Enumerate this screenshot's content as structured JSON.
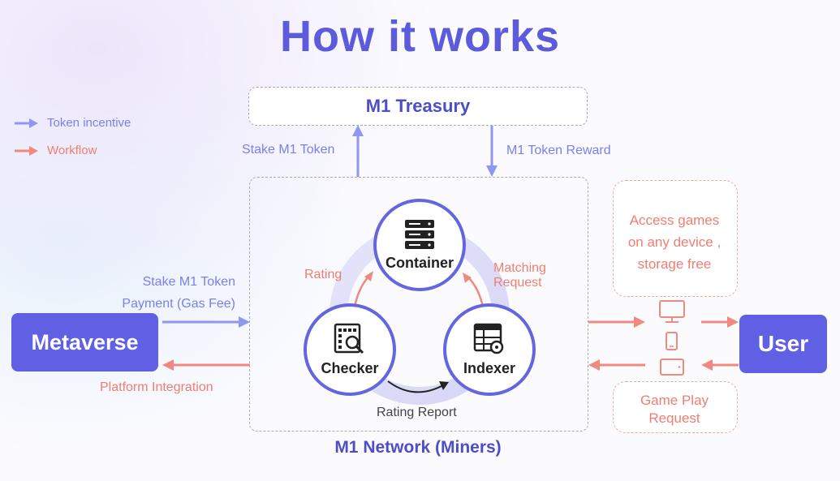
{
  "title": "How it works",
  "legend": {
    "token_incentive": "Token incentive",
    "workflow": "Workflow"
  },
  "treasury": {
    "label": "M1 Treasury"
  },
  "arrows": {
    "stake_m1_token_top": "Stake M1 Token",
    "m1_token_reward": "M1 Token Reward",
    "stake_payment_line1": "Stake M1 Token",
    "stake_payment_line2": "Payment (Gas Fee)",
    "platform_integration": "Platform Integration",
    "rating": "Rating",
    "matching_request_line1": "Matching",
    "matching_request_line2": "Request",
    "rating_report": "Rating Report"
  },
  "nodes": {
    "container": "Container",
    "checker": "Checker",
    "indexer": "Indexer"
  },
  "network_label": "M1 Network (Miners)",
  "metaverse": {
    "label": "Metaverse"
  },
  "user": {
    "label": "User"
  },
  "access_box": {
    "line1": "Access games",
    "line2": "on any device ,",
    "line3": "storage free"
  },
  "request_box": {
    "line1": "Game Play",
    "line2": "Request"
  },
  "icons": [
    "server-icon",
    "checklist-search-icon",
    "grid-settings-icon",
    "monitor-icon",
    "phone-icon",
    "tablet-icon"
  ],
  "colors": {
    "brand": "#5b5bdc",
    "token_arrow": "#8f96f3",
    "workflow_arrow": "#ef8a80",
    "node_border": "#6565e0"
  }
}
